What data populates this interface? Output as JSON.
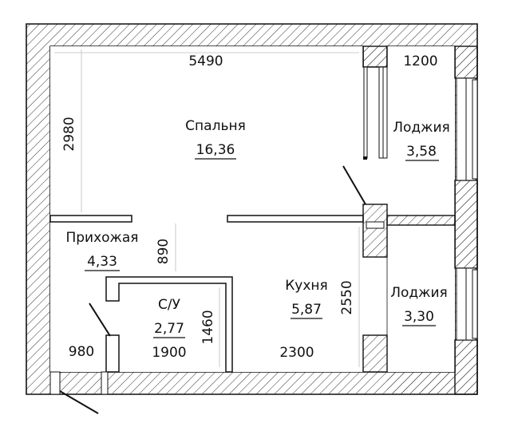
{
  "rooms": {
    "bedroom": {
      "name": "Спальня",
      "area": "16,36"
    },
    "loggia_top": {
      "name": "Лоджия",
      "area": "3,58"
    },
    "hallway": {
      "name": "Прихожая",
      "area": "4,33"
    },
    "bathroom": {
      "name": "С/У",
      "area": "2,77"
    },
    "kitchen": {
      "name": "Кухня",
      "area": "5,87"
    },
    "loggia_bottom": {
      "name": "Лоджия",
      "area": "3,30"
    }
  },
  "dimensions": {
    "bedroom_width": "5490",
    "loggia_top_width": "1200",
    "bedroom_height": "2980",
    "hallway_height": "890",
    "kitchen_height": "2550",
    "bathroom_height": "1460",
    "bathroom_width": "1900",
    "kitchen_width": "2300",
    "hallway_width": "980"
  },
  "colors": {
    "wall": "#111111",
    "hatch": "#222222",
    "background": "#ffffff"
  }
}
